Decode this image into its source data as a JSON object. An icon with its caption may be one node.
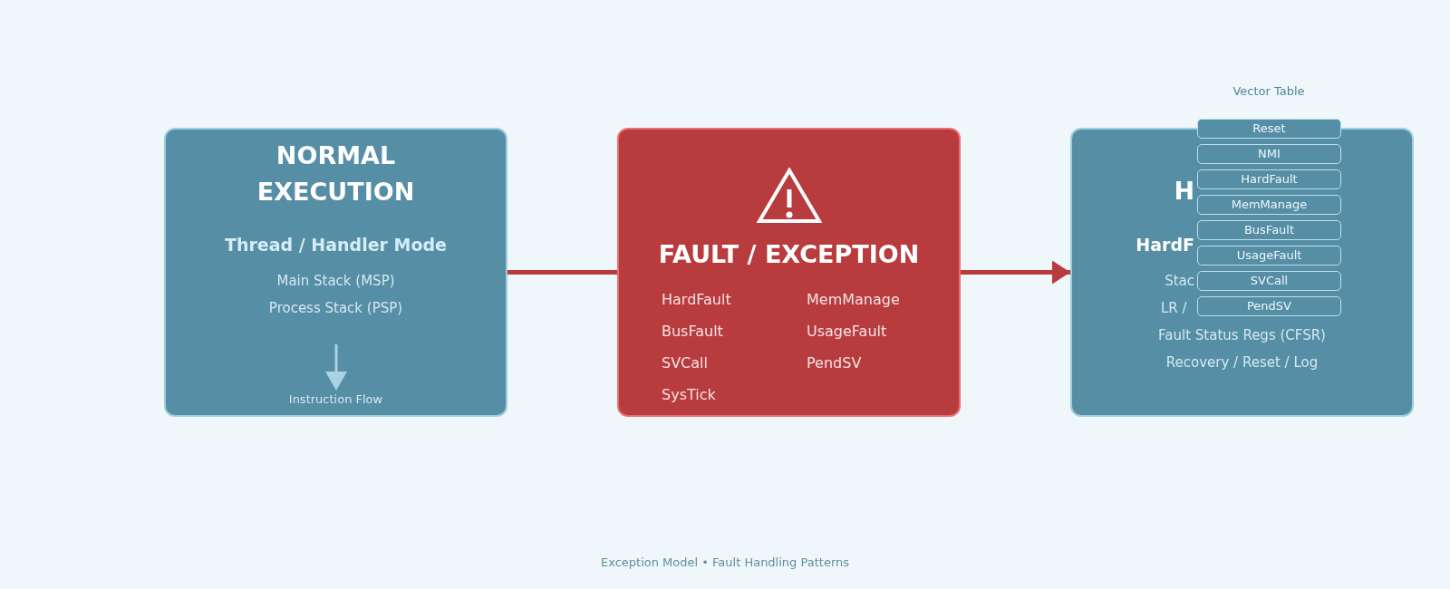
{
  "diagram": {
    "caption": "Exception Model • Fault Handling Patterns",
    "nodes": [
      {
        "text": [
          "NORMAL EXECUTION",
          "Thread / Handler Mode",
          "Main Stack (MSP)",
          "Process Stack (PSP)",
          "Instruction Flow"
        ]
      },
      {
        "text": [
          "FAULT / EXCEPTION",
          "HardFault",
          "MemManage",
          "BusFault",
          "UsageFault",
          "SVCall",
          "PendSV",
          "SysTick"
        ]
      },
      {
        "text": [
          "H",
          "HardF",
          "Stac",
          "LR /",
          "Fault Status Regs (CFSR)",
          "Recovery / Reset / Log"
        ]
      },
      {
        "text": [
          "Reset"
        ]
      },
      {
        "text": [
          "NMI"
        ],
        "in": 2
      },
      {
        "text": [
          "HardFault"
        ],
        "in": 2
      },
      {
        "text": [
          "MemManage"
        ],
        "in": 2
      },
      {
        "text": [
          "BusFault"
        ],
        "in": 2
      },
      {
        "text": [
          "UsageFault"
        ],
        "in": 2
      },
      {
        "text": [
          "SVCall"
        ],
        "in": 2
      },
      {
        "text": [
          "PendSV"
        ],
        "in": 2
      }
    ],
    "edges": [
      {
        "from": 0,
        "to": 1,
        "arrow": "none"
      },
      {
        "from": 1,
        "to": 2,
        "arrow": "to"
      }
    ],
    "labels": [
      "Vector Table"
    ]
  }
}
